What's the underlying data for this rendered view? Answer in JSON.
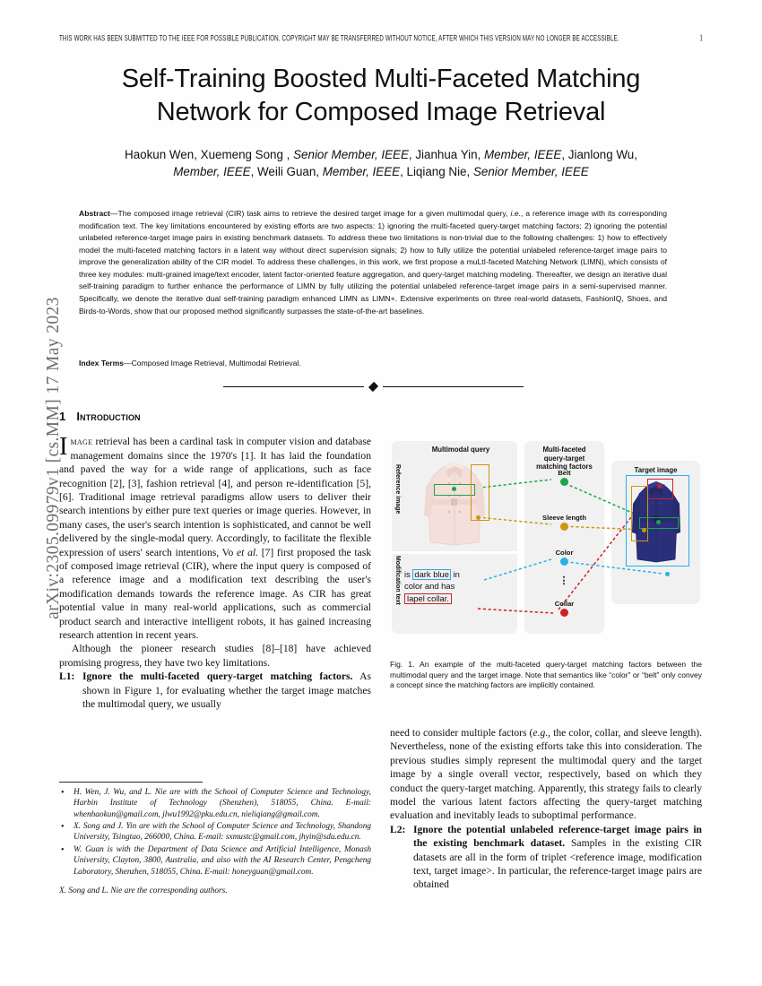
{
  "header": {
    "notice": "THIS WORK HAS BEEN SUBMITTED TO THE IEEE FOR POSSIBLE PUBLICATION. COPYRIGHT MAY BE TRANSFERRED WITHOUT NOTICE, AFTER WHICH THIS VERSION MAY NO LONGER BE ACCESSIBLE.",
    "page_number": "1"
  },
  "arxiv_stamp": "arXiv:2305.09979v1  [cs.MM]  17 May 2023",
  "title_line1": "Self-Training Boosted Multi-Faceted Matching",
  "title_line2": "Network for Composed Image Retrieval",
  "authors": {
    "line1_a": "Haokun Wen, Xuemeng Song , ",
    "line1_b": "Senior Member, IEEE",
    "line1_c": ", Jianhua Yin, ",
    "line1_d": "Member, IEEE",
    "line1_e": ", Jianlong Wu,",
    "line2_a": "Member, IEEE",
    "line2_b": ", Weili Guan, ",
    "line2_c": "Member, IEEE",
    "line2_d": ", Liqiang Nie, ",
    "line2_e": "Senior Member, IEEE"
  },
  "abstract": {
    "label": "Abstract",
    "dash": "—",
    "p1": "The composed image retrieval (CIR) task aims to retrieve the desired target image for a given multimodal query, ",
    "ie": "i.e.",
    "p2": ", a reference image with its corresponding modification text. The key limitations encountered by existing efforts are two aspects: 1) ignoring the multi-faceted query-target matching factors; 2) ignoring the potential unlabeled reference-target image pairs in existing benchmark datasets. To address these two limitations is non-trivial due to the following challenges: 1) how to effectively model the multi-faceted matching factors in a latent way without direct supervision signals; 2) how to fully utilize the potential unlabeled reference-target image pairs to improve the generalization ability of the CIR model. To address these challenges, in this work, we first propose a muLtI-faceted Matching Network (LIMN), which consists of three key modules: multi-grained image/text encoder, latent factor-oriented feature aggregation, and query-target matching modeling. Thereafter, we design an iterative dual self-training paradigm to further enhance the performance of LIMN by fully utilizing the potential unlabeled reference-target image pairs in a semi-supervised manner. Specifically, we denote the iterative dual self-training paradigm enhanced LIMN as LIMN+. Extensive experiments on three real-world datasets, FashionIQ, Shoes, and Birds-to-Words, show that our proposed method significantly surpasses the state-of-the-art baselines."
  },
  "index_terms": {
    "label": "Index Terms",
    "dash": "—",
    "text": "Composed Image Retrieval, Multimodal Retrieval."
  },
  "sections": {
    "intro": {
      "number": "1",
      "title": "Introduction"
    }
  },
  "left_column": {
    "dropcap": "I",
    "lead_smallcaps": "mage",
    "p1": " retrieval has been a cardinal task in computer vision and database management domains since the 1970's [1]. It has laid the foundation and paved the way for a wide range of applications, such as face recognition [2], [3], fashion retrieval [4], and person re-identification [5], [6]. Traditional image retrieval paradigms allow users to deliver their search intentions by either pure text queries or image queries. However, in many cases, the user's search intention is sophisticated, and cannot be well delivered by the single-modal query. Accordingly, to facilitate the flexible expression of users' search intentions, Vo ",
    "etal": "et al.",
    "p1_cont": " [7] first proposed the task of composed image retrieval (CIR), where the input query is composed of a reference image and a modification text describing the user's modification demands towards the reference image. As CIR has great potential value in many real-world applications, such as commercial product search and interactive intelligent robots, it has gained increasing research attention in recent years.",
    "p2": "Although the pioneer research studies [8]–[18] have achieved promising progress, they have two key limitations.",
    "l1": {
      "label": "L1:",
      "bold": "Ignore the multi-faceted query-target matching factors.",
      "rest": " As shown in Figure 1, for evaluating whether the target image matches the multimodal query, we usually"
    }
  },
  "right_column": {
    "p1": "need to consider multiple factors (",
    "eg": "e.g.",
    "p1_cont": ", the color, collar, and sleeve length). Nevertheless, none of the existing efforts take this into consideration. The previous studies simply represent the multimodal query and the target image by a single overall vector, respectively, based on which they conduct the query-target matching. Apparently, this strategy fails to clearly model the various latent factors affecting the query-target matching evaluation and inevitably leads to suboptimal performance.",
    "l2": {
      "label": "L2:",
      "bold": "Ignore the potential unlabeled reference-target image pairs in the existing benchmark dataset.",
      "rest": " Samples in the existing CIR datasets are all in the form of triplet <reference image, modification text, target image>. In particular, the reference-target image pairs are obtained"
    }
  },
  "footnotes": {
    "items": [
      "H. Wen, J. Wu, and L. Nie are with the School of Computer Science and Technology, Harbin Institute of Technology (Shenzhen), 518055, China. E-mail: whenhaokun@gmail.com, jlwu1992@pku.edu.cn, nieliqiang@gmail.com.",
      "X. Song and J. Yin are with the School of Computer Science and Technology, Shandong University, Tsingtao, 266000, China. E-mail: sxmustc@gmail.com, jhyin@sdu.edu.cn.",
      "W. Guan is with the Department of Data Science and Artificial Intelligence, Monash University, Clayton, 3800, Australia, and also with the AI Research Center, Pengcheng Laboratory, Shenzhen, 518055, China. E-mail: honeyguan@gmail.com."
    ],
    "corresponding": "X. Song and L. Nie are the corresponding authors."
  },
  "figure": {
    "panel_query_title": "Multimodal query",
    "panel_factor_title_l1": "Multi-faceted",
    "panel_factor_title_l2": "query-target",
    "panel_factor_title_l3": "matching factors",
    "panel_target_title": "Target image",
    "side_label_reference": "Reference image",
    "side_label_modification": "Modification text",
    "factors": [
      {
        "label": "Belt",
        "color": "#1aa74a"
      },
      {
        "label": "Sleeve length",
        "color": "#cf9510"
      },
      {
        "label": "Color",
        "color": "#25b2e8"
      },
      {
        "label": "Collar",
        "color": "#cf1f26"
      }
    ],
    "ellipsis": "⋮",
    "modification_text": {
      "seg1": "is ",
      "seg2_highlight": "dark blue",
      "seg3": " in",
      "line2": "color and has",
      "line3_highlight": "lapel collar."
    },
    "caption": "Fig. 1. An example of the multi-faceted query-target matching factors between the multimodal query and the target image. Note that semantics like “color” or “belt” only convey a concept since the matching factors are implicitly contained.",
    "colors": {
      "green": "#1aa74a",
      "gold": "#cf9510",
      "cyan": "#25b2e8",
      "red": "#cf1f26",
      "panel_bg": "#f1f1f1",
      "reference_coat": "#f3dcd8",
      "target_coat": "#2b2f7a"
    }
  }
}
